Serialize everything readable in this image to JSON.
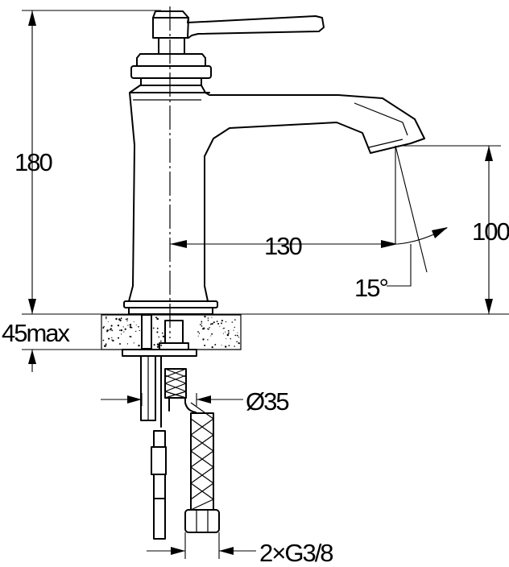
{
  "dimensions": {
    "height_total": "180",
    "spout_reach": "130",
    "spout_height": "100",
    "spout_angle": "15°",
    "deck_thickness": "45max",
    "hole_diameter": "Ø35",
    "connections": "2×G3/8"
  }
}
